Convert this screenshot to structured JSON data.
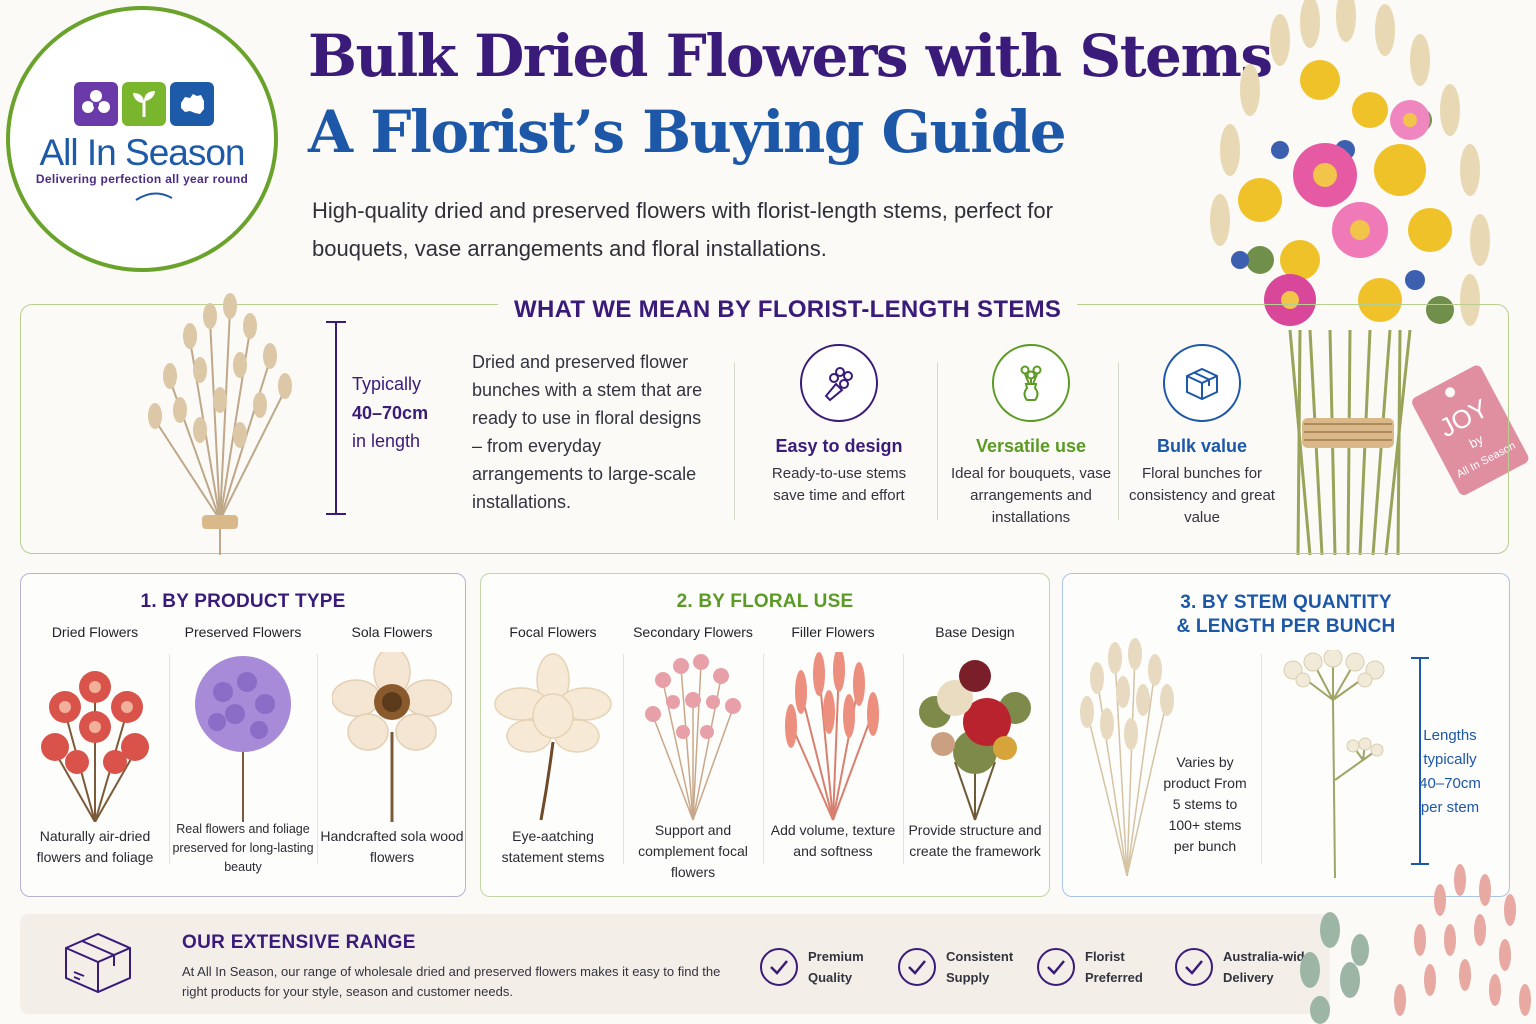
{
  "logo": {
    "name": "All In Season",
    "tagline": "Delivering perfection all year round"
  },
  "header": {
    "title_line1": "Bulk Dried Flowers with Stems",
    "title_line2": "A Florist’s Buying Guide",
    "intro": "High-quality dried and preserved flowers with florist-length stems, perfect for bouquets, vase arrangements and floral installations."
  },
  "bouquet_tag": {
    "line1": "JOY",
    "line2": "by",
    "line3": "All In Season"
  },
  "stems": {
    "heading": "WHAT WE MEAN BY FLORIST-LENGTH STEMS",
    "length_line1": "Typically",
    "length_line2": "40–70cm",
    "length_line3": "in length",
    "description": "Dried and preserved flower bunches with a stem that are ready to use in floral designs – from everyday arrangements to large-scale installations.",
    "features": [
      {
        "title": "Easy to design",
        "text": "Ready-to-use stems save time and effort",
        "icon": "bouquet-icon",
        "color": "#3a1b7a"
      },
      {
        "title": "Versatile use",
        "text": "Ideal for bouquets, vase arrangements and installations",
        "icon": "vase-icon",
        "color": "#5b9a24"
      },
      {
        "title": "Bulk value",
        "text": "Floral bunches for consistency and great value",
        "icon": "box-icon",
        "color": "#1d57a8"
      }
    ]
  },
  "product_type": {
    "title": "1. BY PRODUCT TYPE",
    "color": "#3a1b7a",
    "items": [
      {
        "name": "Dried Flowers",
        "text": "Naturally air-dried flowers and foliage"
      },
      {
        "name": "Preserved Flowers",
        "text": "Real flowers and foliage preserved for long-lasting beauty"
      },
      {
        "name": "Sola Flowers",
        "text": "Handcrafted sola wood flowers"
      }
    ]
  },
  "floral_use": {
    "title": "2. BY FLORAL USE",
    "color": "#5b9a24",
    "items": [
      {
        "name": "Focal Flowers",
        "text": "Eye-aatching statement stems"
      },
      {
        "name": "Secondary Flowers",
        "text": "Support and complement focal flowers"
      },
      {
        "name": "Filler Flowers",
        "text": "Add volume, texture and softness"
      },
      {
        "name": "Base Design",
        "text": "Provide structure and create the framework"
      }
    ]
  },
  "stem_quantity": {
    "title_line1": "3. BY STEM QUANTITY",
    "title_line2": "& LENGTH PER BUNCH",
    "color": "#1d57a8",
    "quantity_text": "Varies by product From 5 stems to 100+ stems per bunch",
    "length_text": "Lengths typically 40–70cm per stem"
  },
  "range": {
    "title": "OUR EXTENSIVE RANGE",
    "text": "At All In Season, our range of wholesale dried and preserved flowers makes it easy to find the right products for your style, season and customer needs.",
    "badges": [
      {
        "line1": "Premium",
        "line2": "Quality"
      },
      {
        "line1": "Consistent",
        "line2": "Supply"
      },
      {
        "line1": "Florist",
        "line2": "Preferred"
      },
      {
        "line1": "Australia-wide",
        "line2": "Delivery"
      }
    ]
  }
}
